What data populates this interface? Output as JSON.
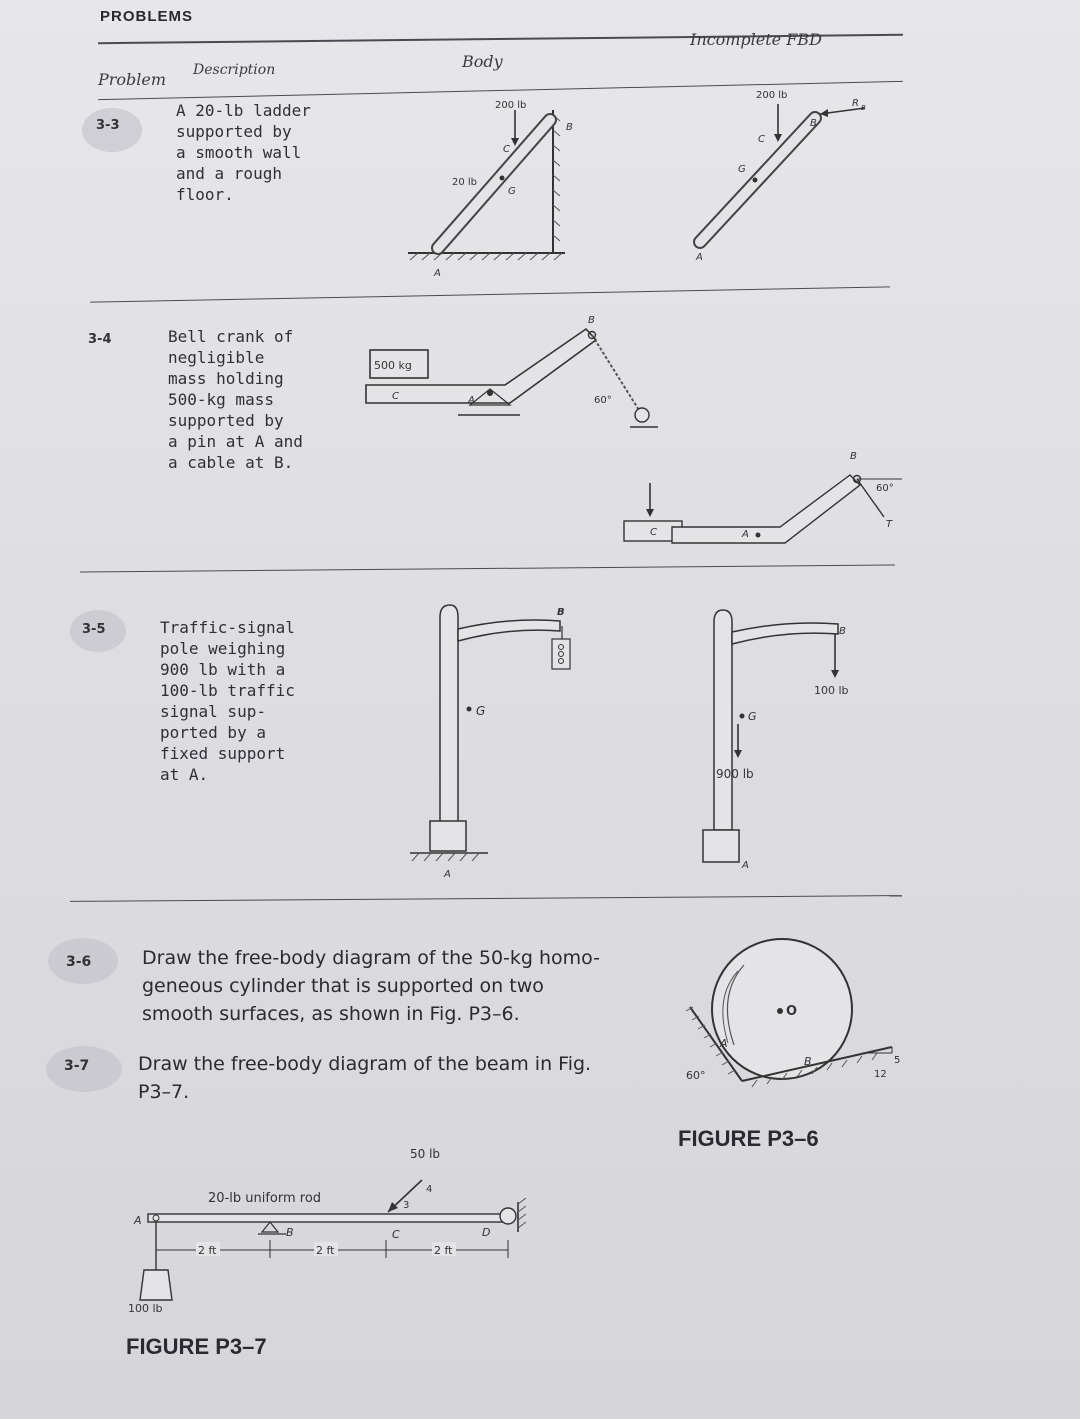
{
  "header": {
    "section_title": "PROBLEMS",
    "col_problem": "Problem",
    "col_description": "Description",
    "col_body": "Body",
    "col_fbd": "Incomplete FBD"
  },
  "problems": [
    {
      "number": "3-3",
      "description": "A 20-lb ladder\nsupported by\na smooth wall\nand a rough\nfloor.",
      "body_labels": {
        "force": "200 lb",
        "weight": "20 lb",
        "c": "C",
        "g": "G",
        "b": "B",
        "a": "A"
      },
      "fbd_labels": {
        "force": "200 lb",
        "rb": "R",
        "rb_sub": "B",
        "b": "B",
        "c": "C",
        "g": "G",
        "a": "A"
      }
    },
    {
      "number": "3-4",
      "description": "Bell crank of\nnegligible\nmass holding\n500-kg mass\nsupported by\na pin at A and\na cable at B.",
      "body_labels": {
        "mass": "500 kg",
        "c": "C",
        "a": "A",
        "b": "B",
        "angle": "60°"
      },
      "fbd_labels": {
        "c": "C",
        "a": "A",
        "b": "B",
        "angle": "60°",
        "t": "T"
      }
    },
    {
      "number": "3-5",
      "description": "Traffic-signal\npole weighing\n900 lb with a\n100-lb traffic\nsignal sup-\nported by a\nfixed support\nat A.",
      "body_labels": {
        "b": "B",
        "g": "G",
        "a": "A"
      },
      "fbd_labels": {
        "b": "B",
        "force": "100 lb",
        "g": "G",
        "weight": "900 lb",
        "a": "A"
      }
    },
    {
      "number": "3-6",
      "text": "Draw the free-body diagram of the 50-kg homo-\ngeneous cylinder that is supported on two\nsmooth surfaces, as shown in Fig. P3–6."
    },
    {
      "number": "3-7",
      "text": "Draw the free-body diagram of the beam in Fig.\nP3–7."
    }
  ],
  "figure_p3_6": {
    "caption": "FIGURE P3–6",
    "o": "O",
    "a": "A",
    "b": "B",
    "angle": "60°",
    "slope_rise": "5",
    "slope_run": "12"
  },
  "figure_p3_7": {
    "caption": "FIGURE P3–7",
    "rod": "20-lb uniform rod",
    "load": "50 lb",
    "slope_rise": "4",
    "slope_run": "3",
    "weight": "100 lb",
    "a": "A",
    "b": "B",
    "c": "C",
    "d": "D",
    "dim1": "2 ft",
    "dim2": "2 ft",
    "dim3": "2 ft"
  }
}
